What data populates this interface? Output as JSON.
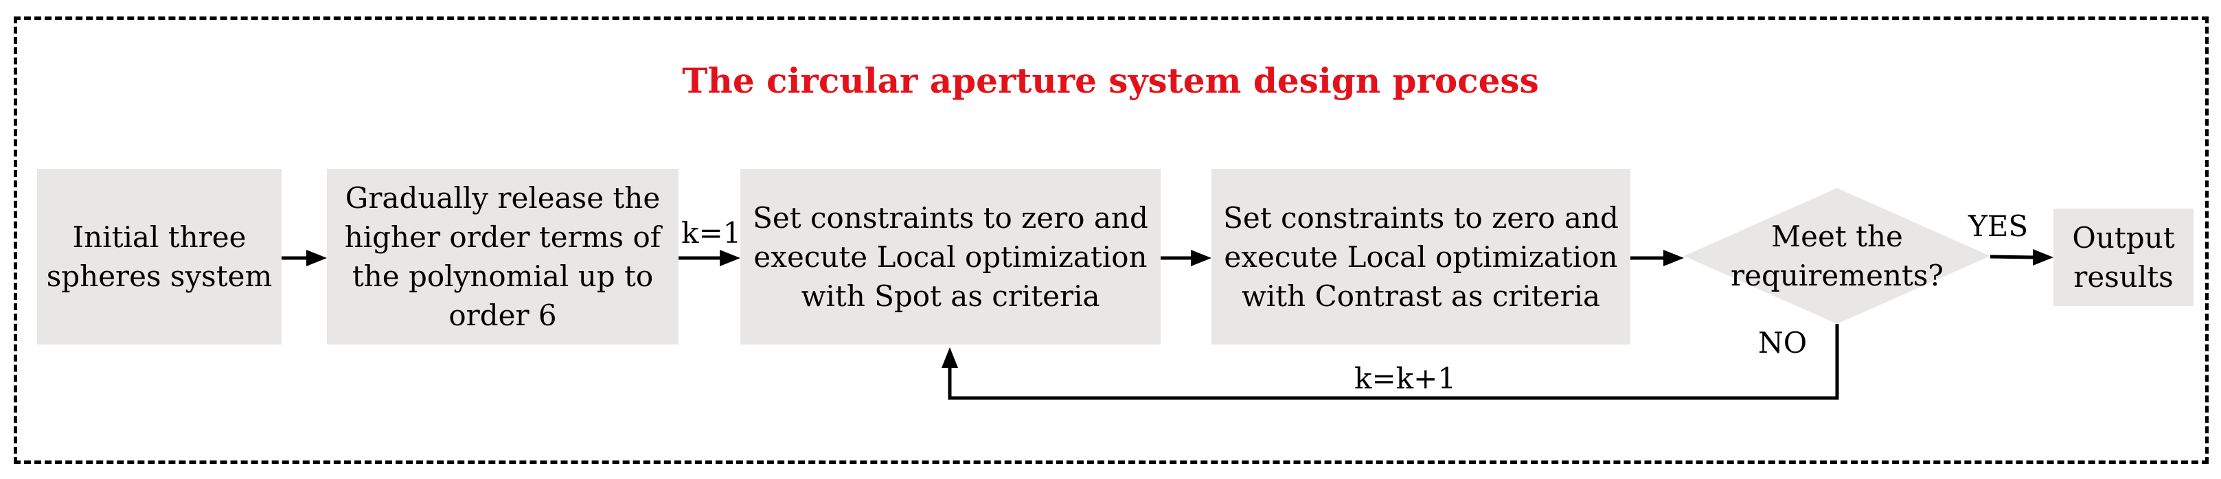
{
  "diagram": {
    "title": "The circular aperture system design process",
    "nodes": {
      "initial": "Initial three\nspheres system",
      "release": "Gradually release the\nhigher order terms of\nthe polynomial up to\norder 6",
      "spot": "Set constraints  to zero and\nexecute Local optimization\nwith Spot as criteria",
      "contrast": "Set constraints to zero and\nexecute Local optimization\nwith Contrast as criteria",
      "decision": "Meet the\nrequirements?",
      "output": "Output\nresults"
    },
    "edge_labels": {
      "k_init": "k=1",
      "yes": "YES",
      "no": "NO",
      "k_increment": "k=k+1"
    },
    "colors": {
      "title": "#e3121a",
      "box_fill": "#e9e6e6",
      "line": "#000000"
    }
  }
}
